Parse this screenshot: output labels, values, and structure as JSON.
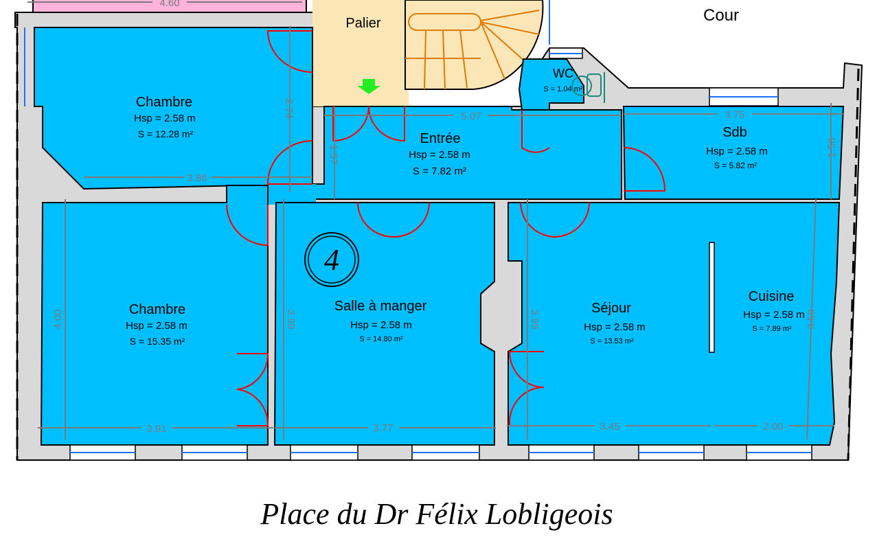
{
  "plan": {
    "title": "Place du Dr Félix Lobligeois",
    "unit_number": "4",
    "outside_label": "Cour",
    "landing_label": "Palier",
    "rooms": [
      {
        "name": "Chambre",
        "hsp": "Hsp = 2.58 m",
        "area": "S = 12.28 m²"
      },
      {
        "name": "Entrée",
        "hsp": "Hsp = 2.58 m",
        "area": "S =  7.82 m²"
      },
      {
        "name": "WC",
        "area": "S = 1.04 m²"
      },
      {
        "name": "Sdb",
        "hsp": "Hsp = 2.58 m",
        "area": "S = 5.82 m²"
      },
      {
        "name": "Chambre",
        "hsp": "Hsp = 2.58 m",
        "area": "S = 15.35 m²"
      },
      {
        "name": "Salle à manger",
        "hsp": "Hsp = 2.58 m",
        "area": "S = 14.80 m²"
      },
      {
        "name": "Séjour",
        "hsp": "Hsp = 2.58 m",
        "area": "S = 13.53 m²"
      },
      {
        "name": "Cuisine",
        "hsp": "Hsp = 2.58 m",
        "area": "S = 7.89 m²"
      }
    ],
    "dimensions": [
      "4.60",
      "2.74",
      "3.86",
      "1.57",
      "5.07",
      "3.75",
      "1.58",
      "4.00",
      "3.99",
      "3.99",
      "3.59",
      "3.91",
      "3.77",
      "3.45",
      "2.00"
    ],
    "colors": {
      "room": "#00bfff",
      "wall": "#d9d9d9",
      "landing": "#fbe6b8",
      "door": "#ff0000",
      "dimension": "#7a7a7a",
      "entry_arrow": "#22ee22"
    }
  }
}
